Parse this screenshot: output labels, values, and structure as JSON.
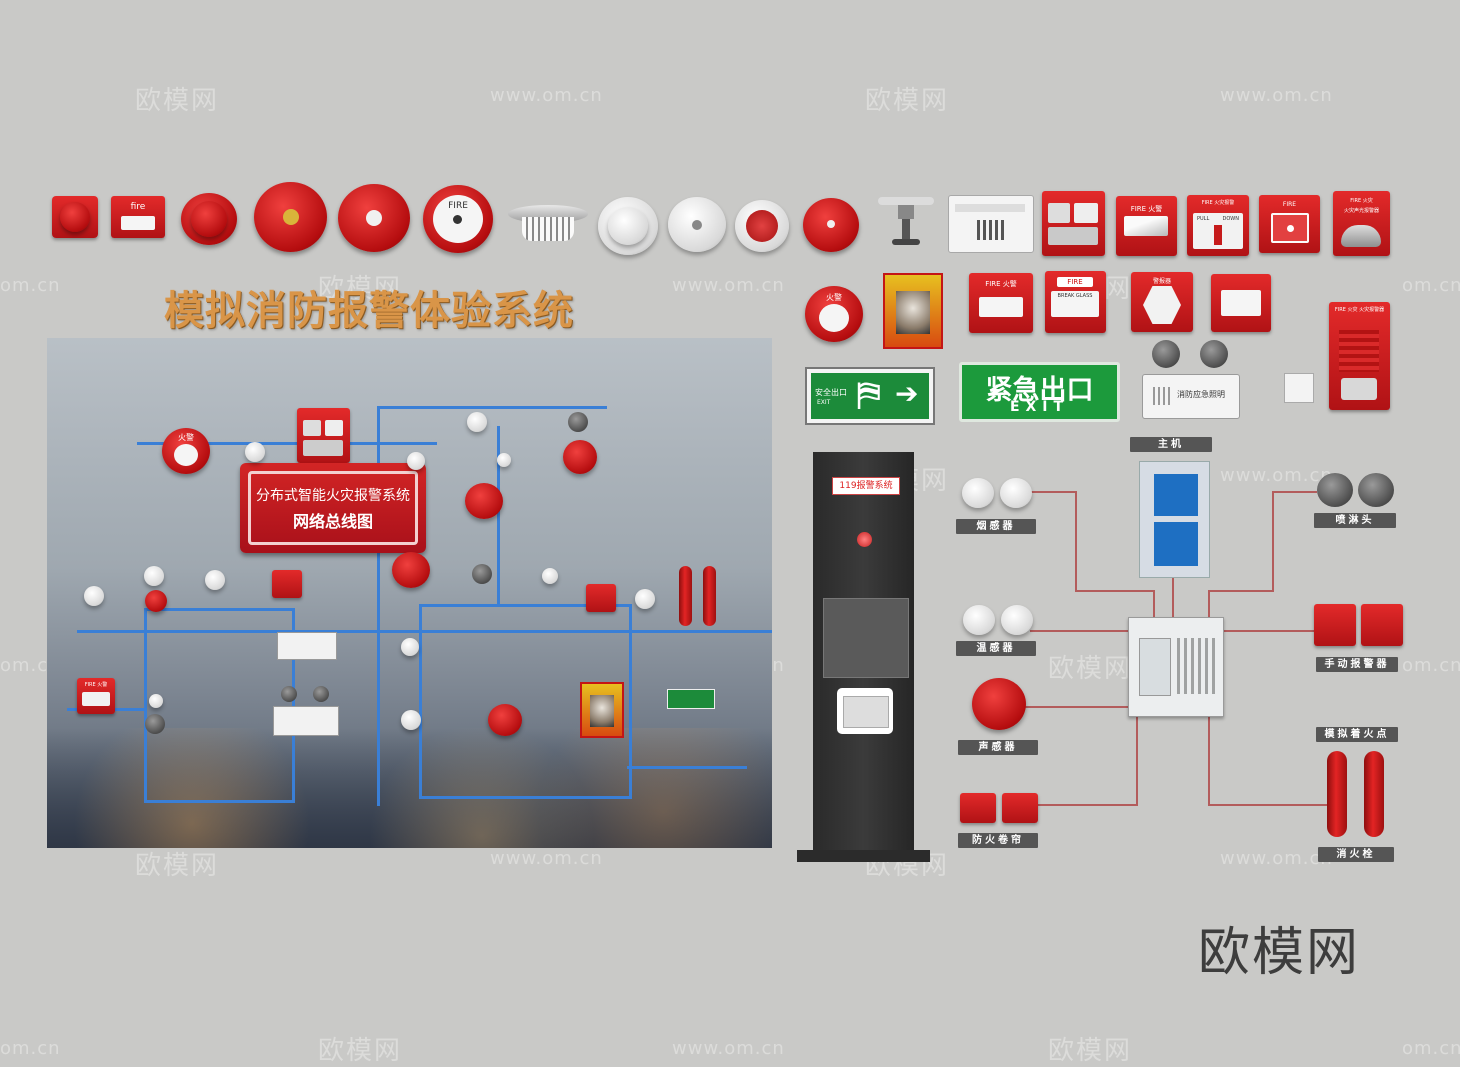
{
  "watermarks": {
    "brand": "欧模网",
    "url": "www.om.cn",
    "url_edge": "om.cn"
  },
  "main_title": "模拟消防报警体验系统",
  "network": {
    "title_line1": "分布式智能火灾报警系统",
    "title_line2": "网络总线图",
    "alarm_label": "火警",
    "manual_label": "FIRE 火警"
  },
  "top_row": {
    "strobe_box_label": "fire",
    "bell_label": "FIRE",
    "fire_box_label": "FIRE 火警",
    "pull_box_label": "FIRE 火灾报警",
    "pull_text": "PULL",
    "down_text": "DOWN",
    "fire_small": "FIRE",
    "alarm_box": "FIRE 火灾",
    "alarm_box2": "火灾声光报警器"
  },
  "second_row": {
    "alarm_round": "火警",
    "fire_box": "FIRE 火警",
    "fire_box2": "FIRE",
    "break_glass": "BREAK GLASS",
    "alarm_hex": "警报器",
    "tall_alarm": "FIRE 火灾 火灾报警器"
  },
  "exit_signs": {
    "small_cn": "安全出口",
    "small_en": "EXIT",
    "big_cn": "紧急出口",
    "big_en": "EXIT",
    "emergency_light": "消防应急照明"
  },
  "kiosk": {
    "sign": "119报警系统"
  },
  "diagram": {
    "host": "主机",
    "smoke": "烟感器",
    "heat": "温感器",
    "sounder": "声感器",
    "shutter": "防火卷帘",
    "sprinkler": "喷淋头",
    "manual": "手动报警器",
    "fire_point": "模拟着火点",
    "hydrant": "消火栓"
  },
  "corner_logo": "欧模网",
  "colors": {
    "accent_red": "#c8161b",
    "line_blue": "#3a7fd6",
    "sign_green": "#1c9a3c",
    "title_gold": "#d99548"
  }
}
